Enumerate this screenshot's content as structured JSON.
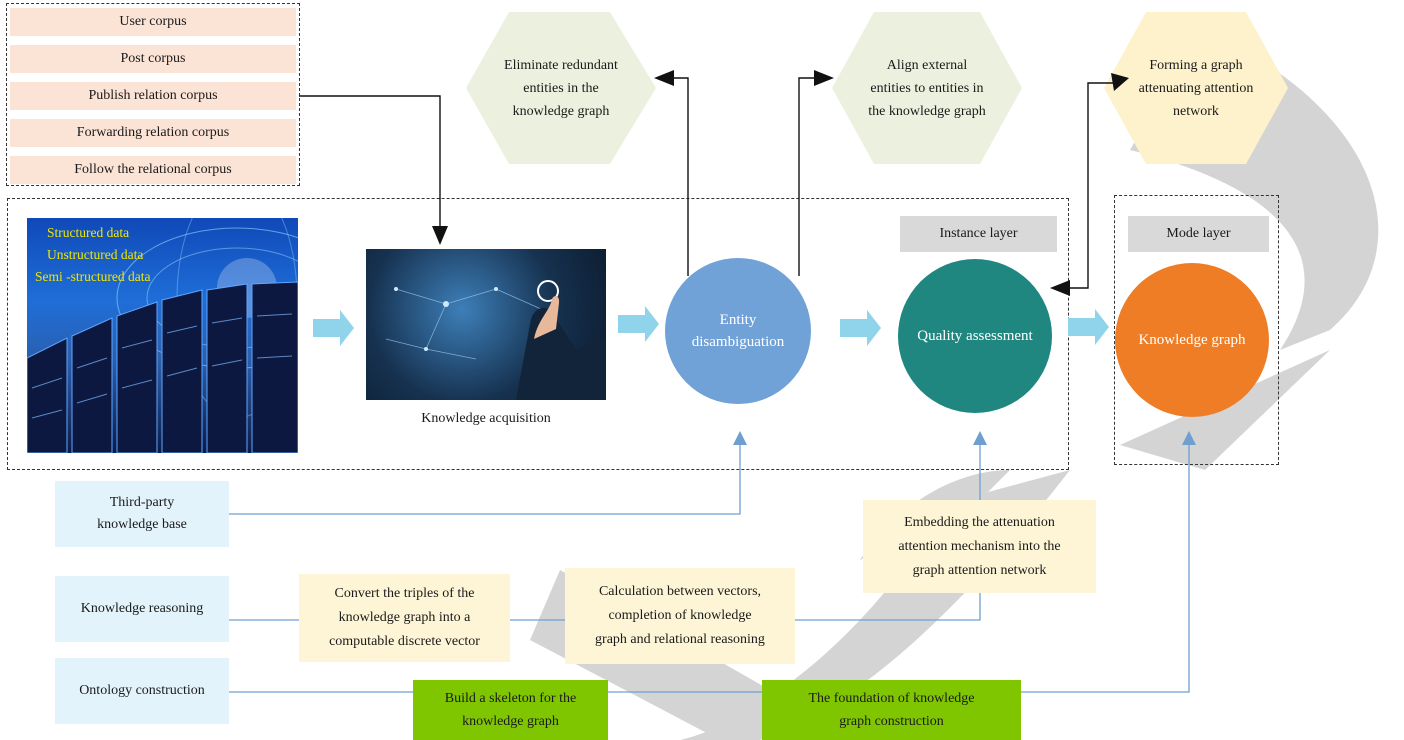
{
  "corpus_list": [
    "User corpus",
    "Post corpus",
    "Publish relation corpus",
    "Forwarding relation corpus",
    "Follow the relational corpus"
  ],
  "data_photo": {
    "lines": [
      "Structured data",
      "Unstructured data",
      "Semi -structured data"
    ]
  },
  "acquisition": {
    "caption": "Knowledge acquisition"
  },
  "circles": {
    "entity": "Entity\ndisambiguation",
    "quality": "Quality assessment",
    "graph": "Knowledge graph"
  },
  "layers": {
    "instance": "Instance layer",
    "mode": "Mode layer"
  },
  "hexagons": {
    "eliminate": "Eliminate redundant\nentities in the\nknowledge graph",
    "align": "Align external\nentities to entities in\nthe knowledge graph",
    "forming": "Forming a graph\nattenuating attention\nnetwork"
  },
  "left_boxes": {
    "third_party": "Third-party\nknowledge base",
    "reasoning": "Knowledge reasoning",
    "ontology": "Ontology construction"
  },
  "yellow_boxes": {
    "embedding": "Embedding the attenuation\nattention mechanism into the\ngraph attention network",
    "convert": "Convert the triples of the\nknowledge graph into a\ncomputable discrete vector",
    "calculation": "Calculation between vectors,\ncompletion of knowledge\ngraph and relational reasoning"
  },
  "green_boxes": {
    "skeleton": "Build a skeleton for the\nknowledge graph",
    "foundation": "The foundation of knowledge\ngraph construction"
  },
  "colors": {
    "corpus_fill": "#fbe3d6",
    "hex_green": "#ebf1de",
    "hex_yellow": "#fdf2cc",
    "entity_circle": "#70a1d7",
    "quality_circle": "#1f8680",
    "graph_circle": "#ee7d26",
    "flow_arrow": "#8fd4ea",
    "connector_line": "#6f9fd0",
    "green_box": "#80c600",
    "yellow_box": "#fdf5d6",
    "blue_box": "#e2f3fb",
    "watermark": "#d4d4d4"
  },
  "icons": [
    "flow-arrow-icon",
    "arrowhead-icon",
    "watermark-logo",
    "server-room-photo",
    "touch-interface-photo"
  ]
}
